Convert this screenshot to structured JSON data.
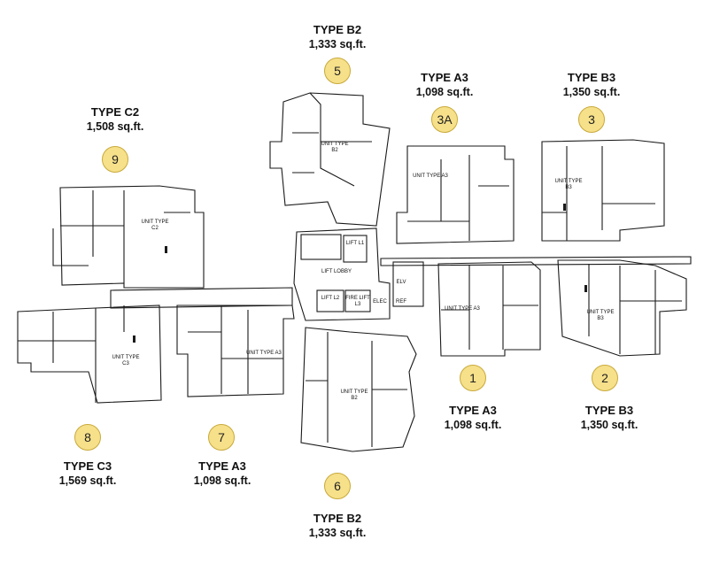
{
  "units": [
    {
      "id": "u5",
      "number": "5",
      "type": "TYPE B2",
      "area": "1,333 sq.ft.",
      "plan": "UNIT TYPE B2"
    },
    {
      "id": "u3a",
      "number": "3A",
      "type": "TYPE A3",
      "area": "1,098 sq.ft.",
      "plan": "UNIT TYPE A3"
    },
    {
      "id": "u3",
      "number": "3",
      "type": "TYPE B3",
      "area": "1,350 sq.ft.",
      "plan": "UNIT TYPE B3"
    },
    {
      "id": "u9",
      "number": "9",
      "type": "TYPE C2",
      "area": "1,508 sq.ft.",
      "plan": "UNIT TYPE C2"
    },
    {
      "id": "u1",
      "number": "1",
      "type": "TYPE A3",
      "area": "1,098 sq.ft.",
      "plan": "UNIT TYPE A3"
    },
    {
      "id": "u2",
      "number": "2",
      "type": "TYPE B3",
      "area": "1,350 sq.ft.",
      "plan": "UNIT TYPE B3"
    },
    {
      "id": "u8",
      "number": "8",
      "type": "TYPE C3",
      "area": "1,569 sq.ft.",
      "plan": "UNIT TYPE C3"
    },
    {
      "id": "u7",
      "number": "7",
      "type": "TYPE A3",
      "area": "1,098 sq.ft.",
      "plan": "UNIT TYPE A3"
    },
    {
      "id": "u6",
      "number": "6",
      "type": "TYPE B2",
      "area": "1,333 sq.ft.",
      "plan": "UNIT TYPE B2"
    }
  ],
  "core": {
    "lift_lobby": "LIFT LOBBY",
    "lift1": "LIFT L1",
    "lift2": "LIFT L2",
    "lift3": "FIRE LIFT L3",
    "elec": "ELEC",
    "elv": "ELV",
    "ref": "REF"
  },
  "colors": {
    "badge_fill": "#f6e08a",
    "badge_border": "#c8a93a",
    "line": "#1a1a1a"
  }
}
